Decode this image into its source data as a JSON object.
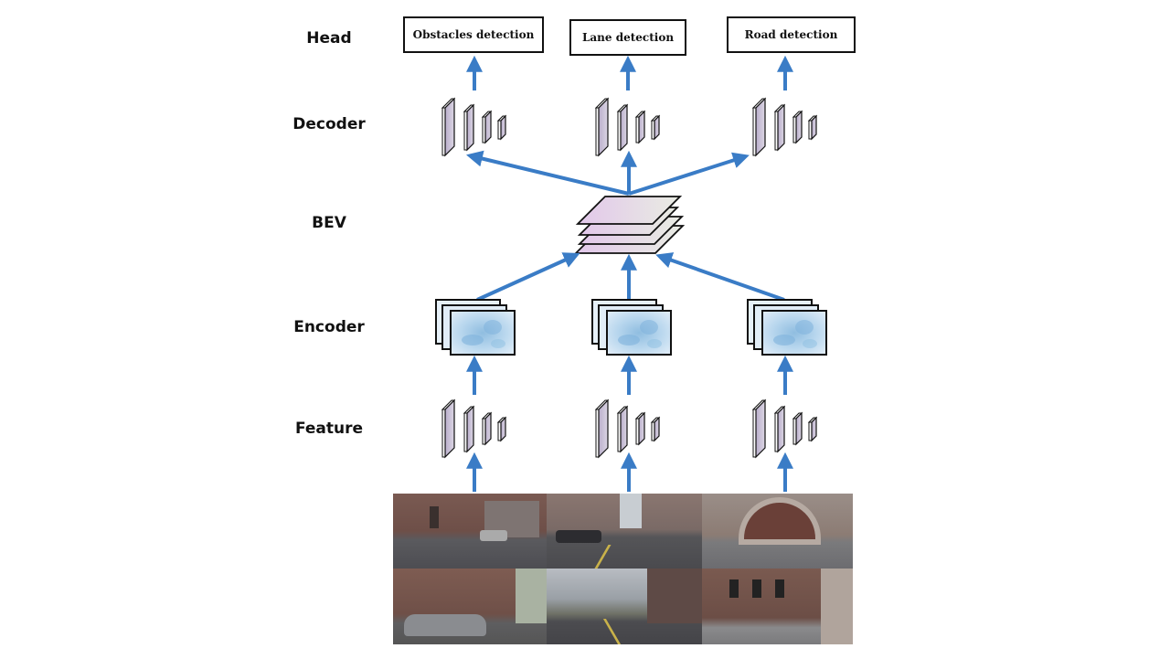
{
  "row_labels": {
    "head": "Head",
    "decoder": "Decoder",
    "bev": "BEV",
    "encoder": "Encoder",
    "feature": "Feature"
  },
  "heads": [
    {
      "label": "Obstacles detection"
    },
    {
      "label": "Lane detection"
    },
    {
      "label": "Road detection"
    }
  ],
  "colors": {
    "arrow": "#3a7cc6",
    "layer_fill": "#c9c0d6",
    "bev_fill": "#e4cfe8",
    "encoder_fill": "#cfe3f2",
    "outline": "#111111"
  },
  "input_images": {
    "description": "Surround-view camera images (6 views, street scene)"
  }
}
